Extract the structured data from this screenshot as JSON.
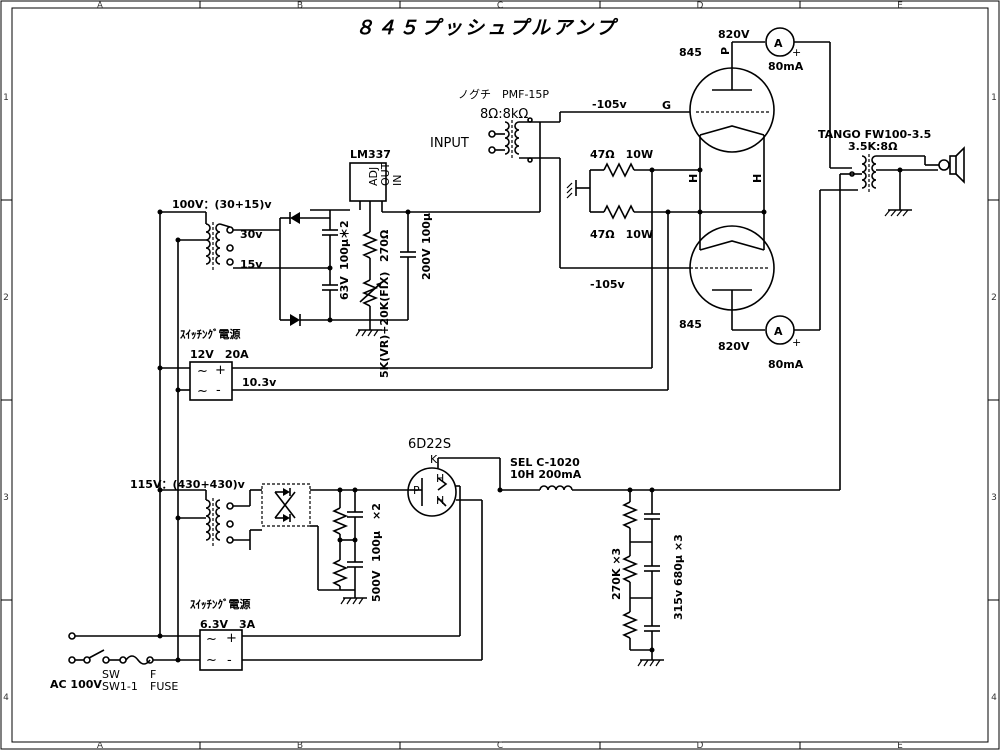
{
  "title": "８４５プッシュプルアンプ",
  "border": {
    "columns": [
      "A",
      "B",
      "C",
      "D",
      "E"
    ],
    "rows": [
      "1",
      "2",
      "3",
      "4"
    ]
  },
  "labels": {
    "v845_top": "845",
    "v845_bot": "845",
    "p_top": "P",
    "g_top": "G",
    "h1": "H",
    "h2": "H",
    "v820_top": "820V",
    "v820_bot": "820V",
    "ma_top": "80mA",
    "ma_bot": "80mA",
    "meter_letter": "A",
    "meter_letter2": "A",
    "plus1": "+",
    "plus2": "+",
    "noguchi": "ノグチ　PMF-15P",
    "noguchi_ratio": "8Ω:8kΩ",
    "input": "INPUT",
    "neg105_top": "-105v",
    "neg105_bot": "-105v",
    "r47_top": "47Ω　10W",
    "r47_bot": "47Ω　10W",
    "tango": "TANGO FW100-3.5",
    "tango_ratio": "3.5K:8Ω",
    "lm337": "LM337",
    "adj": "ADJ",
    "out": "OUT",
    "in": "IN",
    "v100": "100V：(30+15)v",
    "v30": "30v",
    "v15": "15v",
    "cap100x2": "100μ＊2",
    "v63": "63V",
    "r270": "270Ω",
    "cap100": "100μ",
    "v200": "200V",
    "vr": "5K(VR)+20K(FIX)",
    "sw_ps1": "ｽｲｯﾁﾝｸﾞ電源",
    "ps1_rating": "12V　20A",
    "tilde1": "~",
    "tilde2": "~",
    "plus_ps1": "+",
    "minus_ps1": "-",
    "v103": "10.3v",
    "d6d22s": "6D22S",
    "k": "K",
    "p6": "P",
    "h6a": "H",
    "h6b": "H",
    "sel": "SEL C-1020",
    "sel_spec": "10H 200mA",
    "v115": "115V：(430+430)v",
    "x2": "×2",
    "cap100b": "100μ",
    "v500": "500V",
    "r270k": "270K ×3",
    "cap680": "315v 680μ ×3",
    "sw_ps2": "ｽｲｯﾁﾝｸﾞ電源",
    "ps2_rating": "6.3V　3A",
    "tilde3": "~",
    "tilde4": "~",
    "plus_ps2": "+",
    "minus_ps2": "-",
    "ac100": "AC 100V",
    "sw": "SW",
    "sw11": "SW1-1",
    "f": "F",
    "fuse": "FUSE"
  }
}
